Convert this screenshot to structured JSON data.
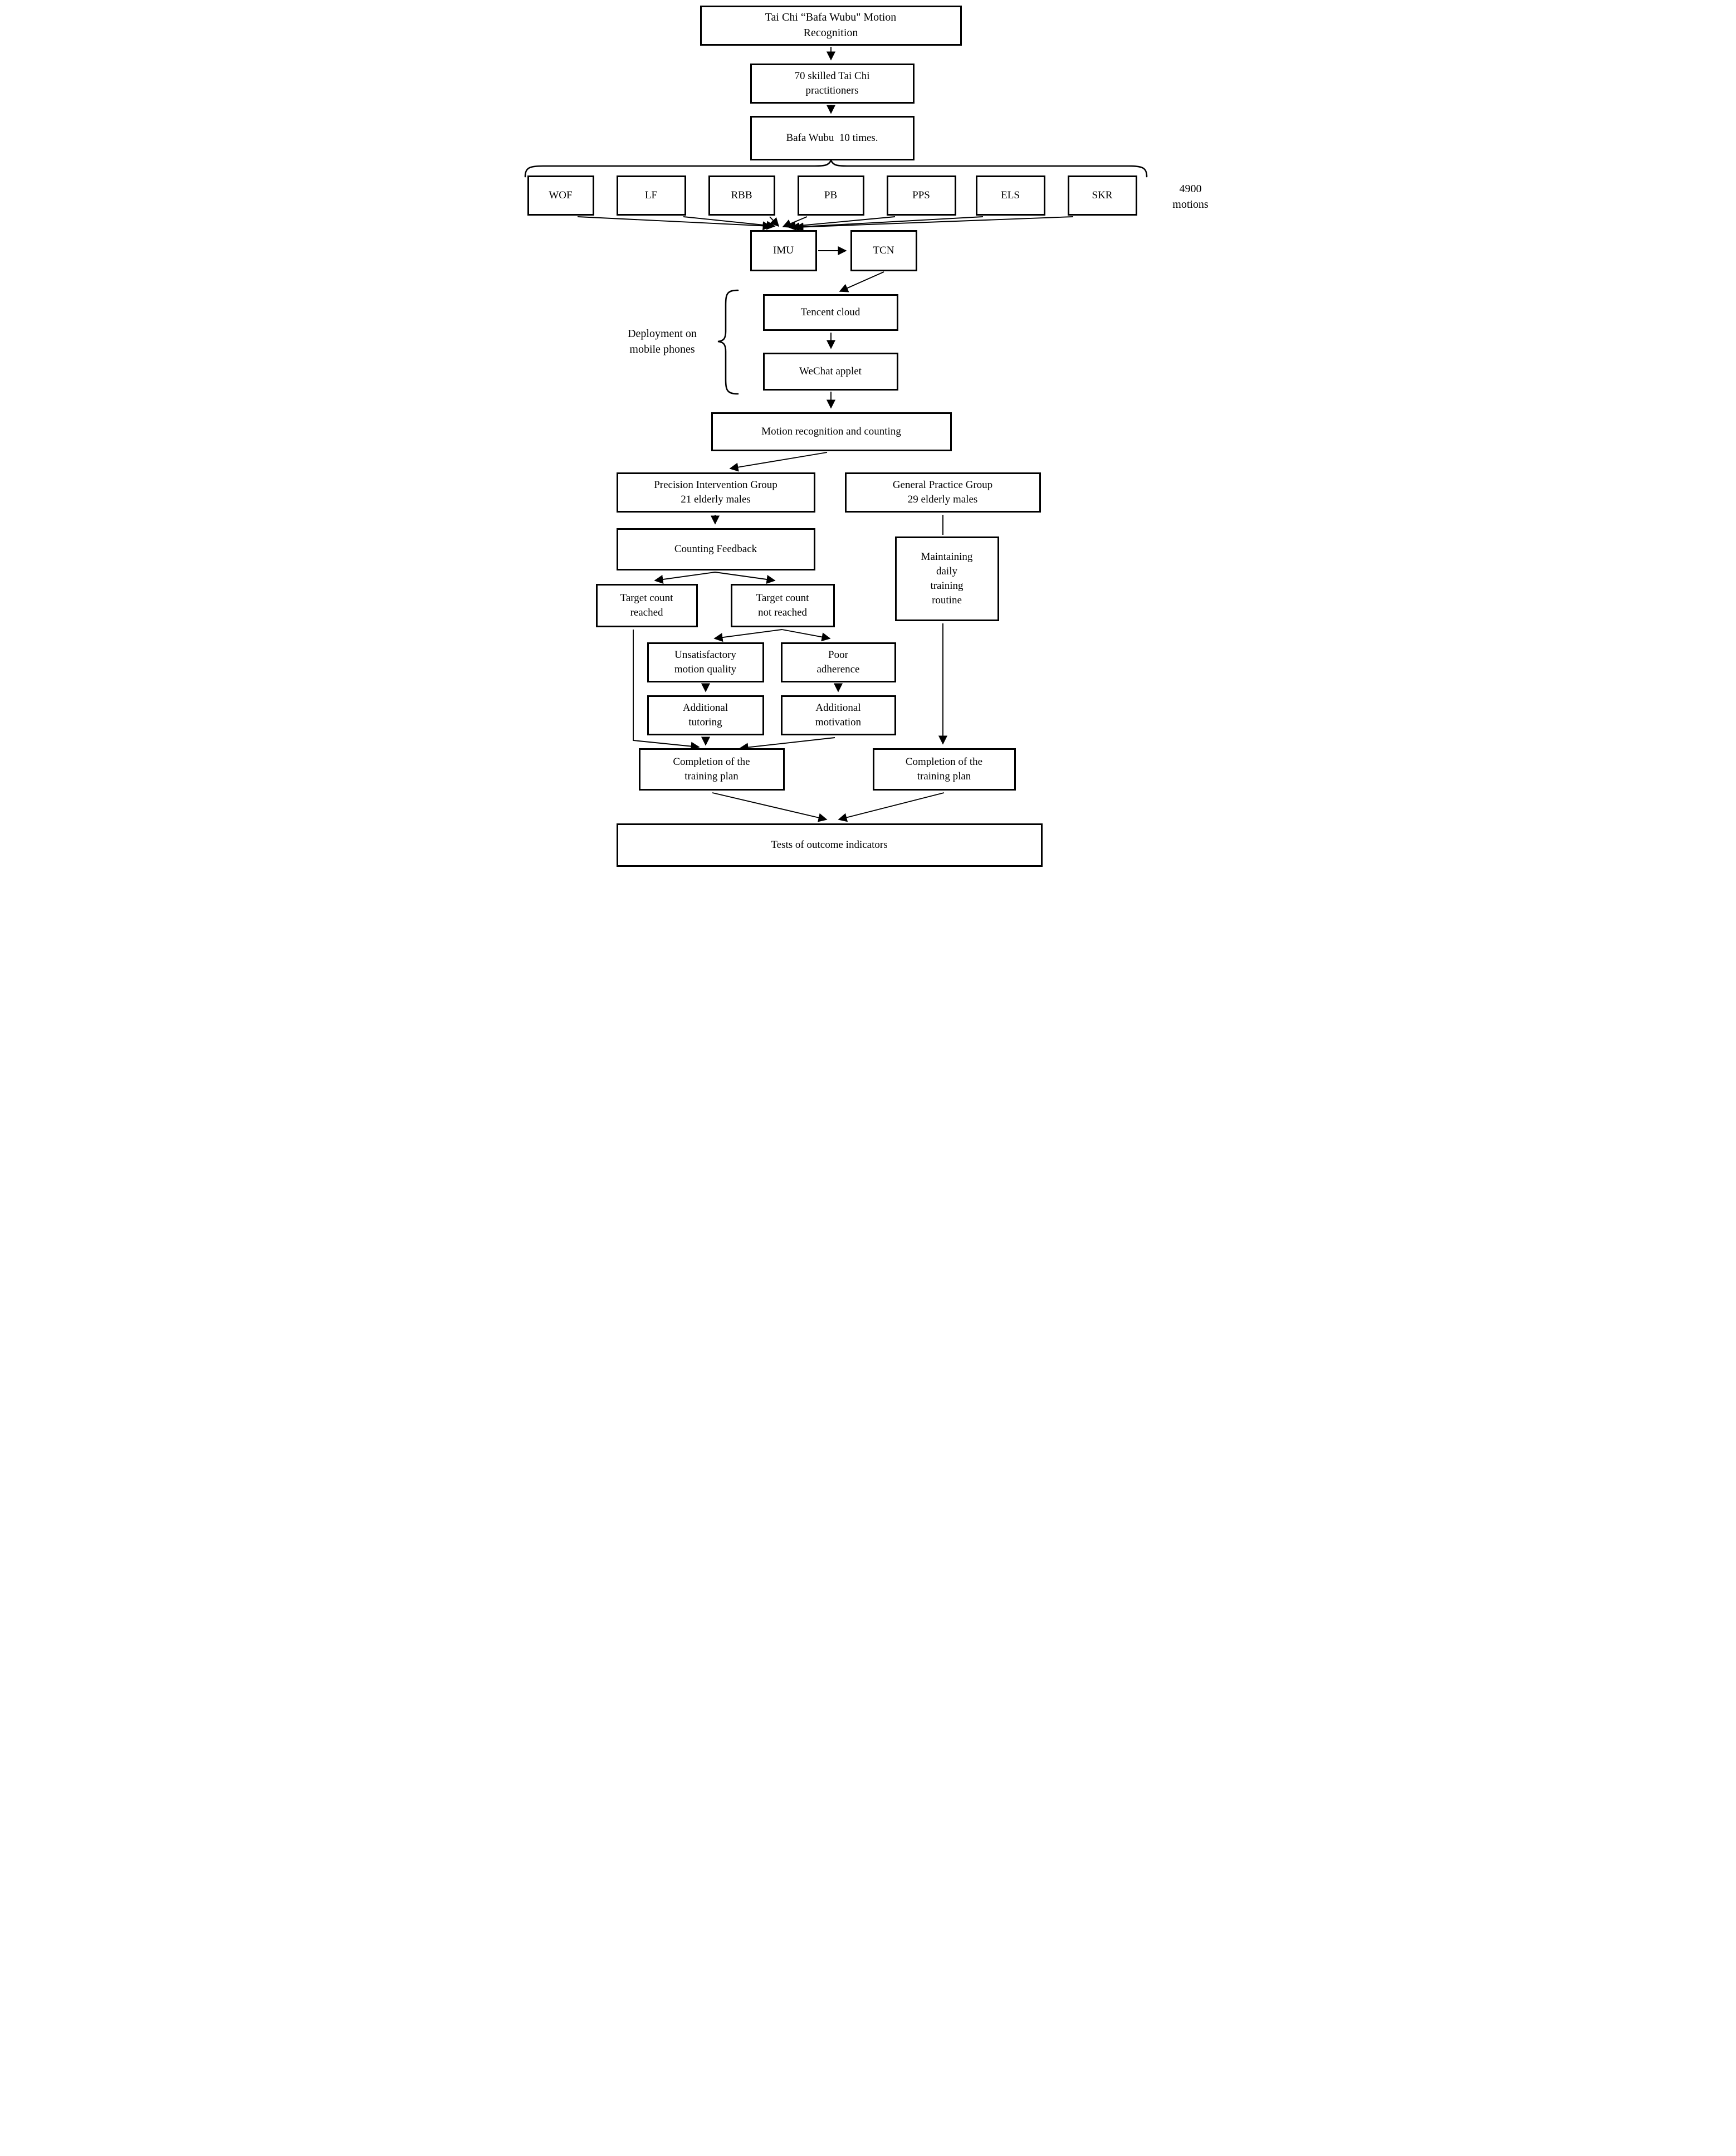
{
  "figure": {
    "background": "#ffffff",
    "line_color": "#000000",
    "type": "flowchart"
  },
  "nodes": {
    "title": {
      "lines": [
        "Tai Chi “Bafa Wubu\" Motion",
        "Recognition"
      ]
    },
    "practitioners": {
      "lines": [
        "70 skilled Tai Chi",
        "practitioners"
      ]
    },
    "bafa_wubu": {
      "label": "Bafa Wubu  10 times."
    },
    "motions": [
      "WOF",
      "LF",
      "RBB",
      "PB",
      "PPS",
      "ELS",
      "SKR"
    ],
    "imu": {
      "label": "IMU"
    },
    "tcn": {
      "label": "TCN"
    },
    "tencent_cloud": {
      "label": "Tencent cloud"
    },
    "wechat_applet": {
      "label": "WeChat applet"
    },
    "motion_recognition": {
      "label": "Motion recognition and counting"
    },
    "precision_group": {
      "lines": [
        "Precision Intervention Group",
        "21 elderly males"
      ]
    },
    "general_group": {
      "lines": [
        "General Practice Group",
        "29 elderly males"
      ]
    },
    "counting_feedback": {
      "label": "Counting Feedback"
    },
    "target_reached": {
      "lines": [
        "Target count",
        "reached"
      ]
    },
    "target_not_reached": {
      "lines": [
        "Target count",
        "not reached"
      ]
    },
    "maintaining": {
      "lines": [
        "Maintaining",
        "daily",
        "training",
        "routine"
      ]
    },
    "unsatisfactory": {
      "lines": [
        "Unsatisfactory",
        "motion quality"
      ]
    },
    "poor_adherence": {
      "lines": [
        "Poor",
        "adherence"
      ]
    },
    "additional_tutoring": {
      "lines": [
        "Additional",
        "tutoring"
      ]
    },
    "additional_motivation": {
      "lines": [
        "Additional",
        "motivation"
      ]
    },
    "completion_left": {
      "lines": [
        "Completion of the",
        "training plan"
      ]
    },
    "completion_right": {
      "lines": [
        "Completion of the",
        "training plan"
      ]
    },
    "tests": {
      "label": "Tests of outcome indicators"
    }
  },
  "annotations": {
    "motion_count": {
      "lines": [
        "4900",
        "motions"
      ]
    },
    "deployment": {
      "lines": [
        "Deployment on",
        "mobile phones"
      ]
    }
  }
}
